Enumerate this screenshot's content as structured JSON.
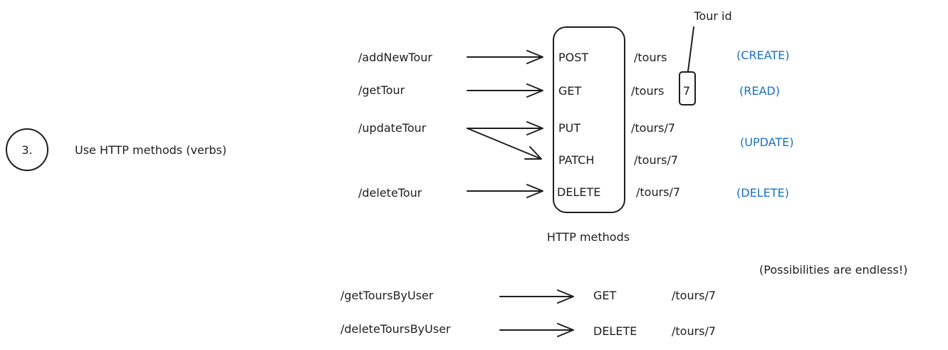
{
  "step": {
    "number": "3.",
    "text": "Use HTTP methods (verbs)"
  },
  "old_routes": [
    "/addNewTour",
    "/getTour",
    "/updateTour",
    "/deleteTour"
  ],
  "methods": [
    "POST",
    "GET",
    "PUT",
    "PATCH",
    "DELETE"
  ],
  "method_box_label": "HTTP methods",
  "endpoints": [
    "/tours",
    "/tours",
    "/tours/7",
    "/tours/7",
    "/tours/7"
  ],
  "id_value": "7",
  "tour_id_label": "Tour id",
  "crud": {
    "create": "(CREATE)",
    "read": "(READ)",
    "update": "(UPDATE)",
    "delete": "(DELETE)"
  },
  "note": "(Possibilities are endless!)",
  "extra_rows": [
    {
      "route": "/getToursByUser",
      "method": "GET",
      "endpoint": "/tours/7"
    },
    {
      "route": "/deleteToursByUser",
      "method": "DELETE",
      "endpoint": "/tours/7"
    }
  ],
  "colors": {
    "ink": "#1e1e1e",
    "crud": "#1971c2"
  }
}
